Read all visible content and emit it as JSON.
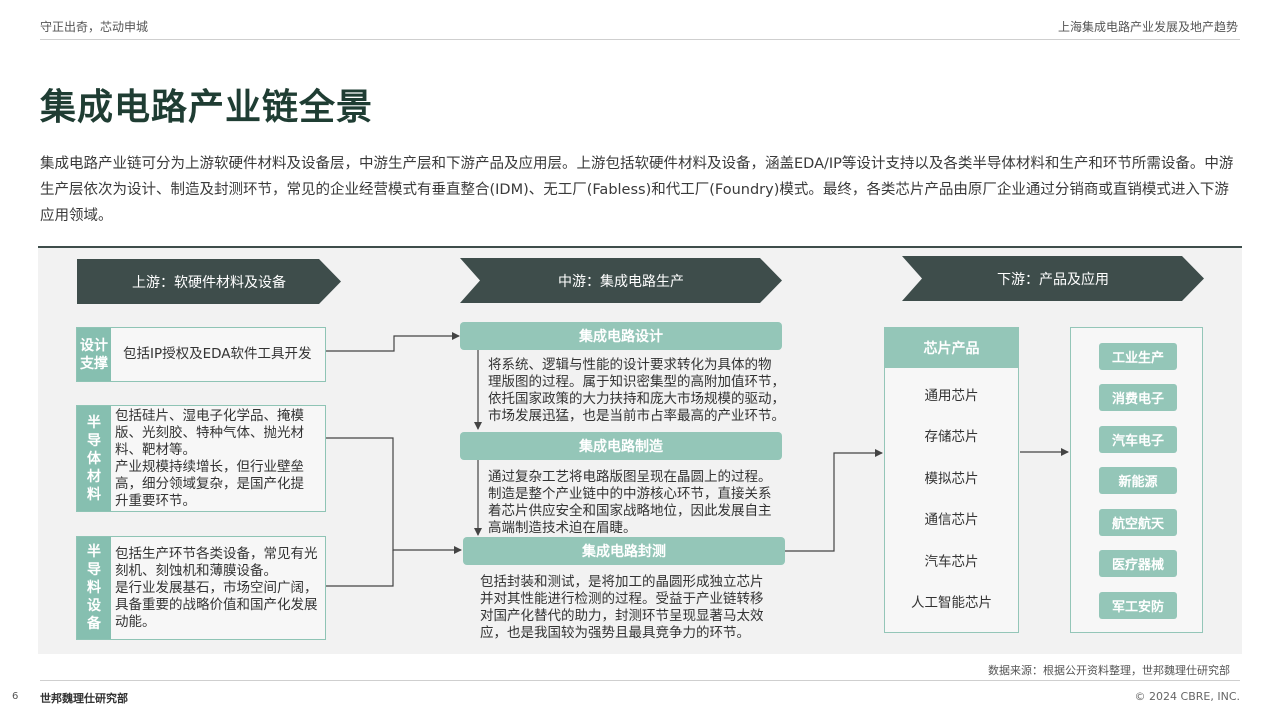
{
  "header": {
    "left": "守正出奇，芯动申城",
    "right": "上海集成电路产业发展及地产趋势"
  },
  "title": "集成电路产业链全景",
  "intro": "集成电路产业链可分为上游软硬件材料及设备层，中游生产层和下游产品及应用层。上游包括软硬件材料及设备，涵盖EDA/IP等设计支持以及各类半导体材料和生产和环节所需设备。中游生产层依次为设计、制造及封测环节，常见的企业经营模式有垂直整合(IDM)、无工厂(Fabless)和代工厂(Foundry)模式。最终，各类芯片产品由原厂企业通过分销商或直销模式进入下游应用领域。",
  "diagram": {
    "upstream": {
      "header": "上游：软硬件材料及设备",
      "boxes": [
        {
          "tag": "设计\n支撑",
          "text": "包括IP授权及EDA软件工具开发"
        },
        {
          "tag": "半\n导\n体\n材\n料",
          "text": "包括硅片、湿电子化学品、掩模\n版、光刻胶、特种气体、抛光材\n料、靶材等。\n产业规模持续增长，但行业壁垒\n高，细分领域复杂，是国产化提\n升重要环节。"
        },
        {
          "tag": "半\n导\n料\n设\n备",
          "text": "包括生产环节各类设备，常见有光\n刻机、刻蚀机和薄膜设备。\n是行业发展基石，市场空间广阔，\n具备重要的战略价值和国产化发展\n动能。"
        }
      ]
    },
    "midstream": {
      "header": "中游：集成电路生产",
      "stages": [
        {
          "title": "集成电路设计",
          "text": "将系统、逻辑与性能的设计要求转化为具体的物\n理版图的过程。属于知识密集型的高附加值环节，\n依托国家政策的大力扶持和庞大市场规模的驱动，\n市场发展迅猛，也是当前市占率最高的产业环节。"
        },
        {
          "title": "集成电路制造",
          "text": "通过复杂工艺将电路版图呈现在晶圆上的过程。\n制造是整个产业链中的中游核心环节，直接关系\n着芯片供应安全和国家战略地位，因此发展自主\n高端制造技术迫在眉睫。"
        },
        {
          "title": "集成电路封测",
          "text": "包括封装和测试，是将加工的晶圆形成独立芯片\n并对其性能进行检测的过程。受益于产业链转移\n对国产化替代的助力，封测环节呈现显著马太效\n应，也是我国较为强势且最具竞争力的环节。"
        }
      ]
    },
    "downstream": {
      "header": "下游：产品及应用",
      "chips_title": "芯片产品",
      "chips": [
        "通用芯片",
        "存储芯片",
        "模拟芯片",
        "通信芯片",
        "汽车芯片",
        "人工智能芯片"
      ],
      "applications": [
        "工业生产",
        "消费电子",
        "汽车电子",
        "新能源",
        "航空航天",
        "医疗器械",
        "军工安防"
      ]
    }
  },
  "source": "数据来源：根据公开资料整理，世邦魏理仕研究部",
  "footer": {
    "page": "6",
    "left": "世邦魏理仕研究部",
    "right": "© 2024 CBRE, INC."
  },
  "colors": {
    "dark": "#3e4d4b",
    "accent": "#94c6b8",
    "title": "#1f3d33"
  }
}
